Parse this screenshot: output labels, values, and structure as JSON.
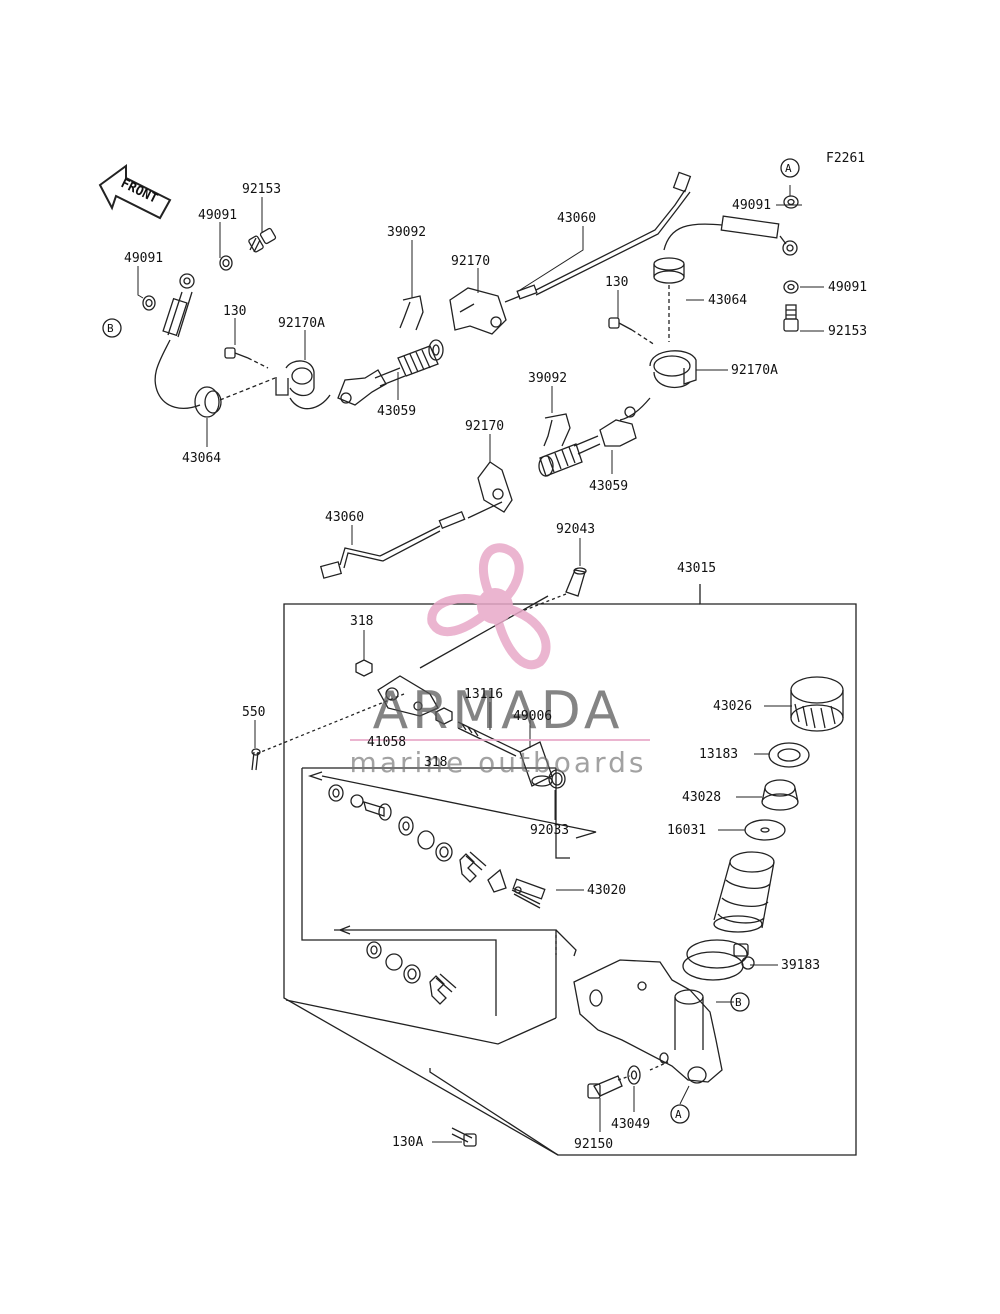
{
  "diagram_code": "F2261",
  "front_arrow_text": "FRONT",
  "reference_markers": {
    "a": "A",
    "b": "B"
  },
  "watermark": {
    "brand": "ARMADA",
    "tagline": "marine outboards",
    "color": "#e8a9c8"
  },
  "part_labels": {
    "p49091_top": "49091",
    "p92153_left": "92153",
    "p49091_left": "49091",
    "p130_left": "130",
    "p92170A_left": "92170A",
    "p43064_left": "43064",
    "p39092_upper": "39092",
    "p92170_upper": "92170",
    "p43060_upper": "43060",
    "p43059_upper": "43059",
    "p130_right": "130",
    "p43064_right": "43064",
    "p49091_right_top": "49091",
    "p49091_right": "49091",
    "p92153_right": "92153",
    "p92170A_right": "92170A",
    "p39092_lower": "39092",
    "p92170_lower": "92170",
    "p43059_lower": "43059",
    "p43060_lower": "43060",
    "p92043": "92043",
    "p43015": "43015",
    "p318_top": "318",
    "p550": "550",
    "p13116": "13116",
    "p41058": "41058",
    "p49006": "49006",
    "p318_bottom": "318",
    "p92033": "92033",
    "p43026": "43026",
    "p13183": "13183",
    "p43028": "43028",
    "p16031": "16031",
    "p43020": "43020",
    "p39183": "39183",
    "p43049": "43049",
    "p92150": "92150",
    "p130A": "130A"
  }
}
